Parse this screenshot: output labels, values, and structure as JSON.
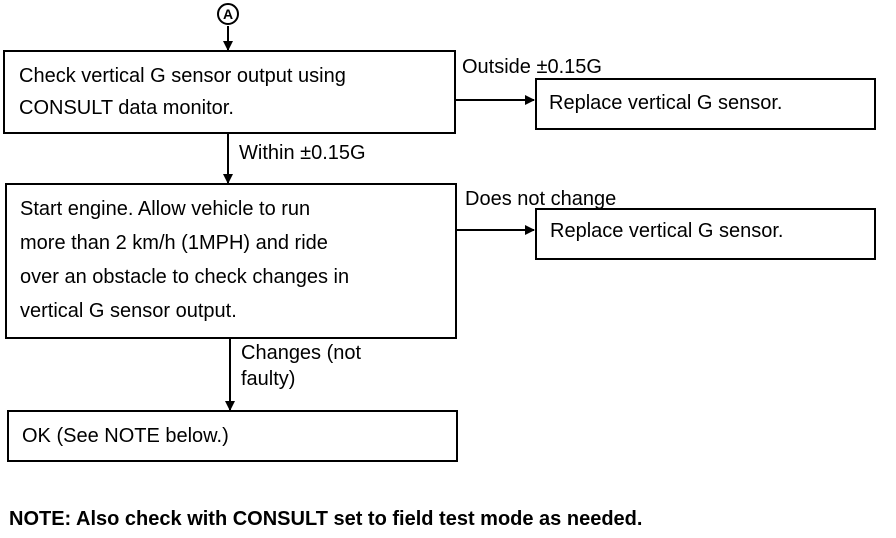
{
  "connector": {
    "label": "A"
  },
  "step1": {
    "text": "Check vertical G sensor output using\nCONSULT data monitor.",
    "branch_right_label": "Outside ±0.15G",
    "branch_down_label": "Within ±0.15G",
    "result_text": "Replace vertical G sensor."
  },
  "step2": {
    "text": "Start engine. Allow vehicle to run\nmore than 2 km/h (1MPH) and ride\nover an obstacle to check changes in\nvertical G sensor output.",
    "branch_right_label": "Does not change",
    "branch_down_label": "Changes (not\nfaulty)",
    "result_text": "Replace vertical G sensor."
  },
  "step3": {
    "text": "OK (See NOTE below.)"
  },
  "note": {
    "text": "NOTE: Also check with CONSULT set to field test mode as needed."
  }
}
